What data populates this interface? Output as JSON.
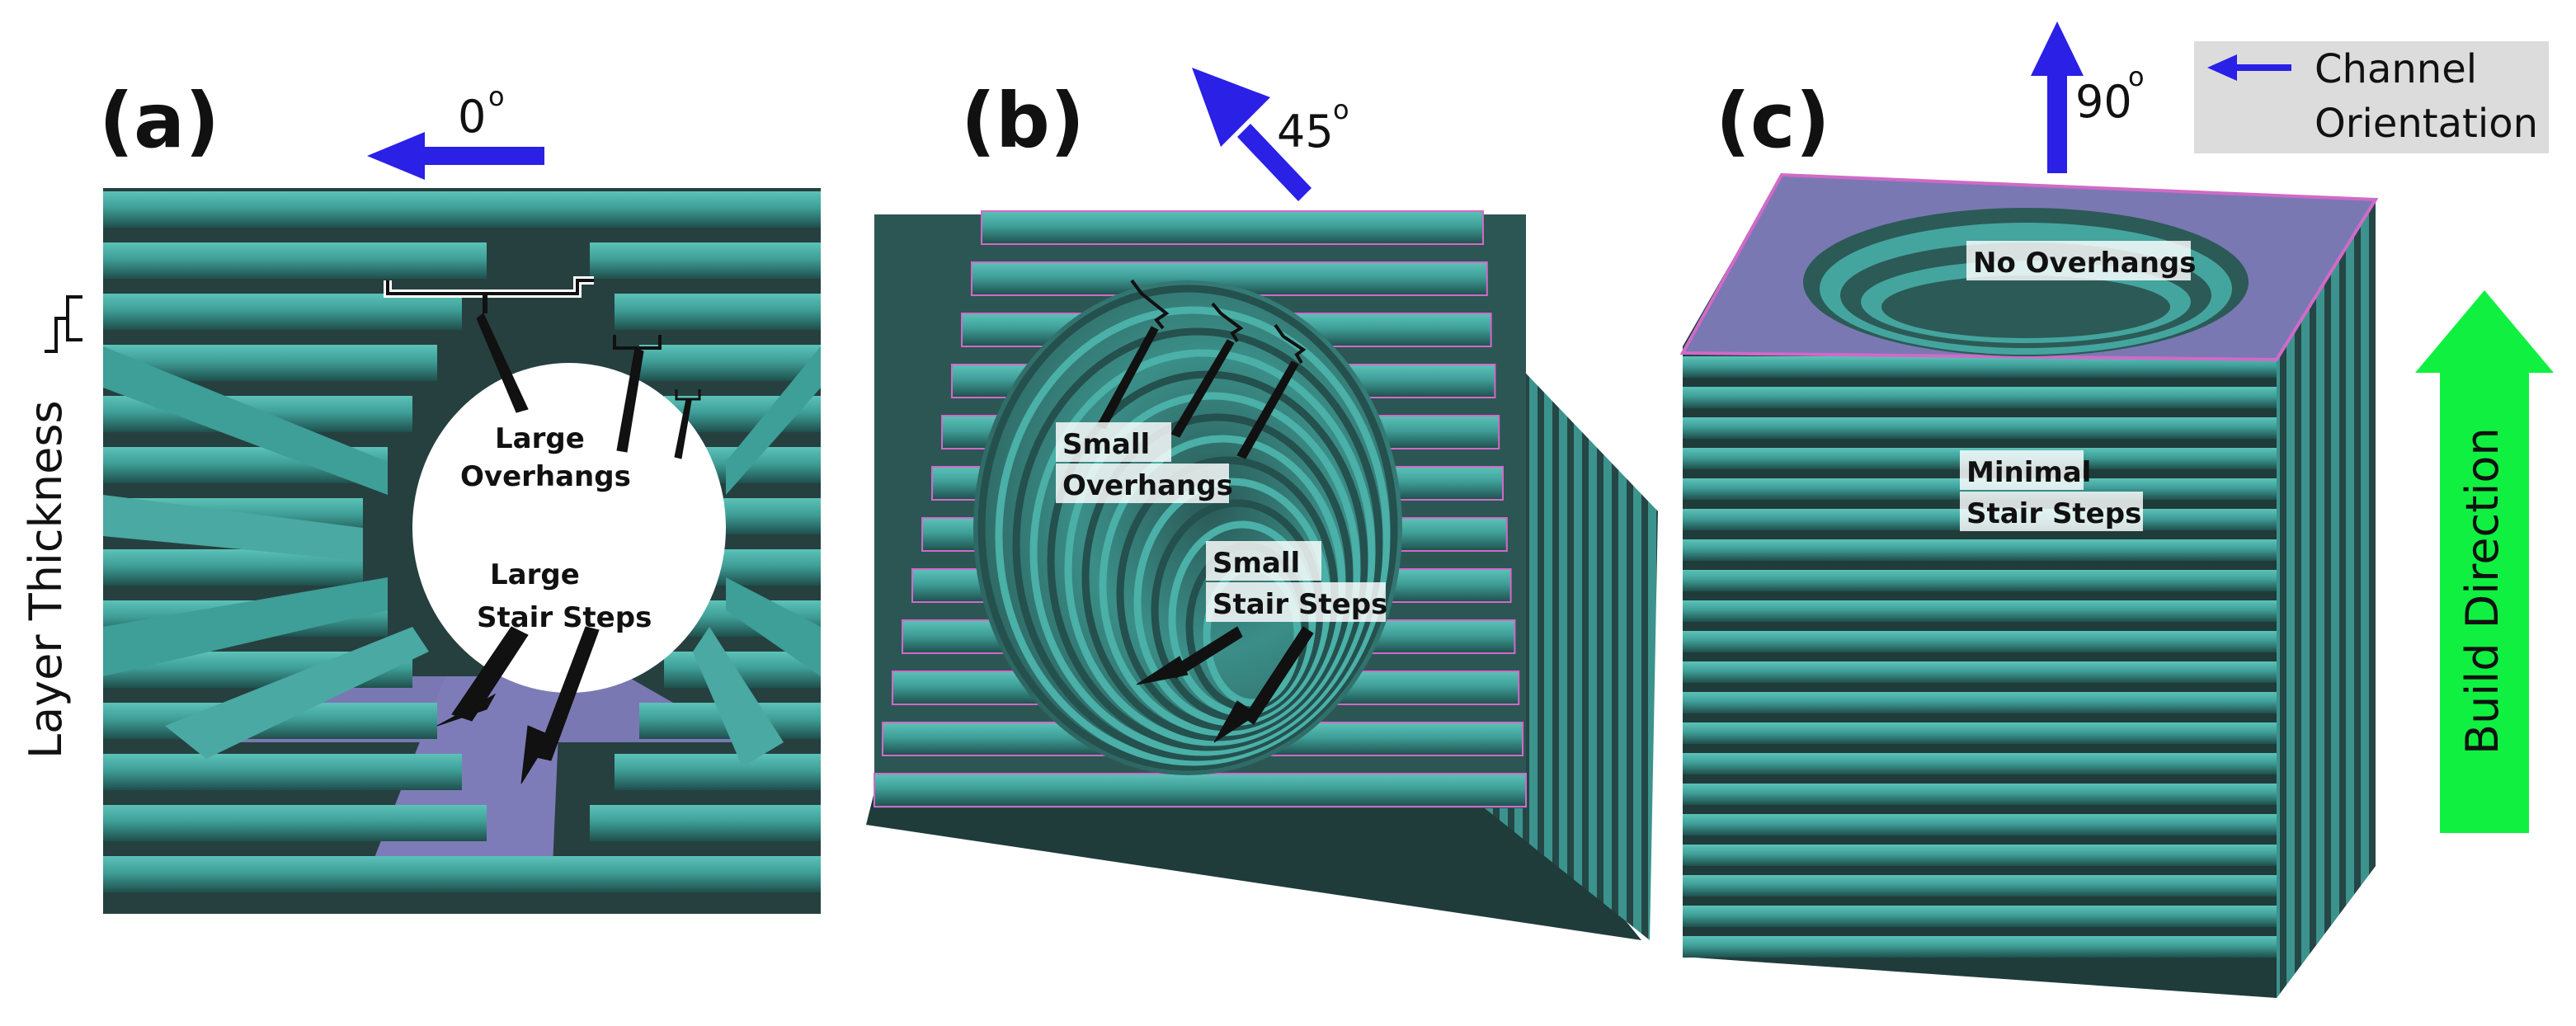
{
  "panels": [
    {
      "label": "(a)",
      "angle": "0",
      "degree_symbol": "o"
    },
    {
      "label": "(b)",
      "angle": "45",
      "degree_symbol": "o"
    },
    {
      "label": "(c)",
      "angle": "90",
      "degree_symbol": "o"
    }
  ],
  "legend": {
    "line1": "Channel",
    "line2": "Orientation"
  },
  "annotations": {
    "layer_thickness": "Layer Thickness",
    "build_direction": "Build Direction",
    "a_overhangs_l1": "Large",
    "a_overhangs_l2": "Overhangs",
    "a_steps_l1": "Large",
    "a_steps_l2": "Stair Steps",
    "b_overhangs_l1": "Small",
    "b_overhangs_l2": "Overhangs",
    "b_steps_l1": "Small",
    "b_steps_l2": "Stair Steps",
    "c_overhangs": "No Overhangs",
    "c_steps_l1": "Minimal",
    "c_steps_l2": "Stair Steps"
  },
  "colors": {
    "layer": "#3e9e98",
    "layer_top": "#57bdb4",
    "layer_dark": "#1f3f3f",
    "cavity": "#7a78b2",
    "edge": "#d06ac8",
    "orientation_arrow": "#2a20e6",
    "build_arrow": "#10f040",
    "legend_bg": "#dcdcdc"
  }
}
